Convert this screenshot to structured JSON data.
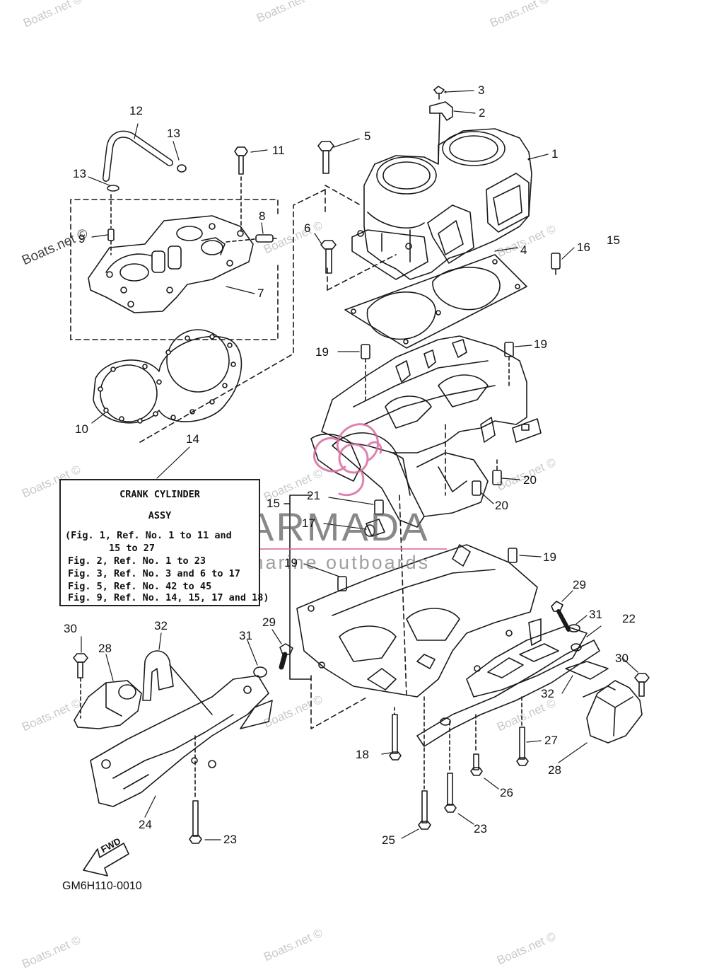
{
  "watermark": {
    "text": "Boats.net ©"
  },
  "info_box": {
    "title_line1": "CRANK CYLINDER",
    "title_line2": "ASSY",
    "lines": [
      "(Fig. 1, Ref. No. 1 to 11 and",
      "15 to 27",
      "Fig. 2, Ref. No. 1 to 23",
      "Fig. 3, Ref. No. 3 and 6 to 17",
      "Fig. 5, Ref. No. 42 to 45",
      "Fig. 9, Ref. No. 14, 15, 17 and 18)"
    ]
  },
  "diagram_code": "GM6H110-0010",
  "fwd_label": "FWD",
  "logo": {
    "name": "ARMADA",
    "tagline": "marine outboards",
    "accent": "#d96ca0",
    "text_color": "#5a5a5a"
  },
  "callouts": {
    "c1": "1",
    "c2": "2",
    "c3": "3",
    "c4": "4",
    "c5": "5",
    "c6": "6",
    "c7": "7",
    "c8": "8",
    "c9": "9",
    "c10": "10",
    "c11": "11",
    "c12": "12",
    "c13a": "13",
    "c13b": "13",
    "c14": "14",
    "c15a": "15",
    "c15b": "15",
    "c16": "16",
    "c17": "17",
    "c18": "18",
    "c19a": "19",
    "c19b": "19",
    "c19c": "19",
    "c19d": "19",
    "c20a": "20",
    "c20b": "20",
    "c21": "21",
    "c22": "22",
    "c23a": "23",
    "c23b": "23",
    "c24": "24",
    "c25": "25",
    "c26": "26",
    "c27": "27",
    "c28a": "28",
    "c28b": "28",
    "c29a": "29",
    "c29b": "29",
    "c30a": "30",
    "c30b": "30",
    "c31a": "31",
    "c31b": "31",
    "c32a": "32",
    "c32b": "32"
  }
}
